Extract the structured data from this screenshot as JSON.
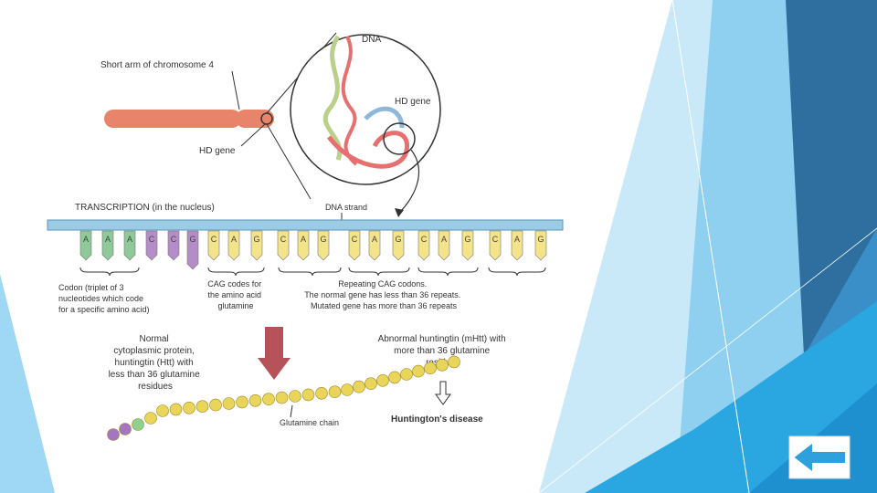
{
  "labels": {
    "short_arm": "Short arm of chromosome 4",
    "hd_gene_left": "HD gene",
    "dna": "DNA",
    "hd_gene_right": "HD gene",
    "transcription": "TRANSCRIPTION (in the nucleus)",
    "dna_strand": "DNA strand",
    "codon_text": [
      "Codon (triplet of 3",
      "nucleotides which code",
      "for a specific amino acid)"
    ],
    "cag_text": [
      "CAG codes for",
      "the amino acid",
      "glutamine"
    ],
    "repeat_text": [
      "Repeating CAG codons.",
      "The normal gene has less than 36 repeats.",
      "Mutated gene has more than 36 repeats"
    ],
    "normal_text": [
      "Normal",
      "cytoplasmic protein,",
      "huntingtin (Htt) with",
      "less than 36 glutamine",
      "residues"
    ],
    "abnormal_text": [
      "Abnormal huntingtin (mHtt) with",
      "more than 36 glutamine",
      "residues"
    ],
    "glutamine_chain": "Glutamine chain",
    "disease": "Huntington's disease"
  },
  "nucleotides": [
    "A",
    "A",
    "A",
    "C",
    "C",
    "G",
    "C",
    "A",
    "G",
    "C",
    "A",
    "G",
    "C",
    "A",
    "G",
    "C",
    "A",
    "G",
    "C",
    "A",
    "G"
  ],
  "colors": {
    "chromosome": "#e8846a",
    "A": "#8fc99a",
    "C_first": "#b48cc8",
    "G_first": "#b48cc8",
    "cag": "#f3e48a",
    "dna_strand": "#9ccbe6",
    "down_arrow": "#b5525a",
    "bead": "#e8d55a",
    "bead_green": "#8fcf8f",
    "bead_purple": "#a476c0",
    "accent_dark": "#2f6fa0",
    "accent_mid": "#4aa3d8",
    "accent_light": "#9fd3f0"
  },
  "nav": {
    "back_icon": "left-arrow-icon"
  }
}
